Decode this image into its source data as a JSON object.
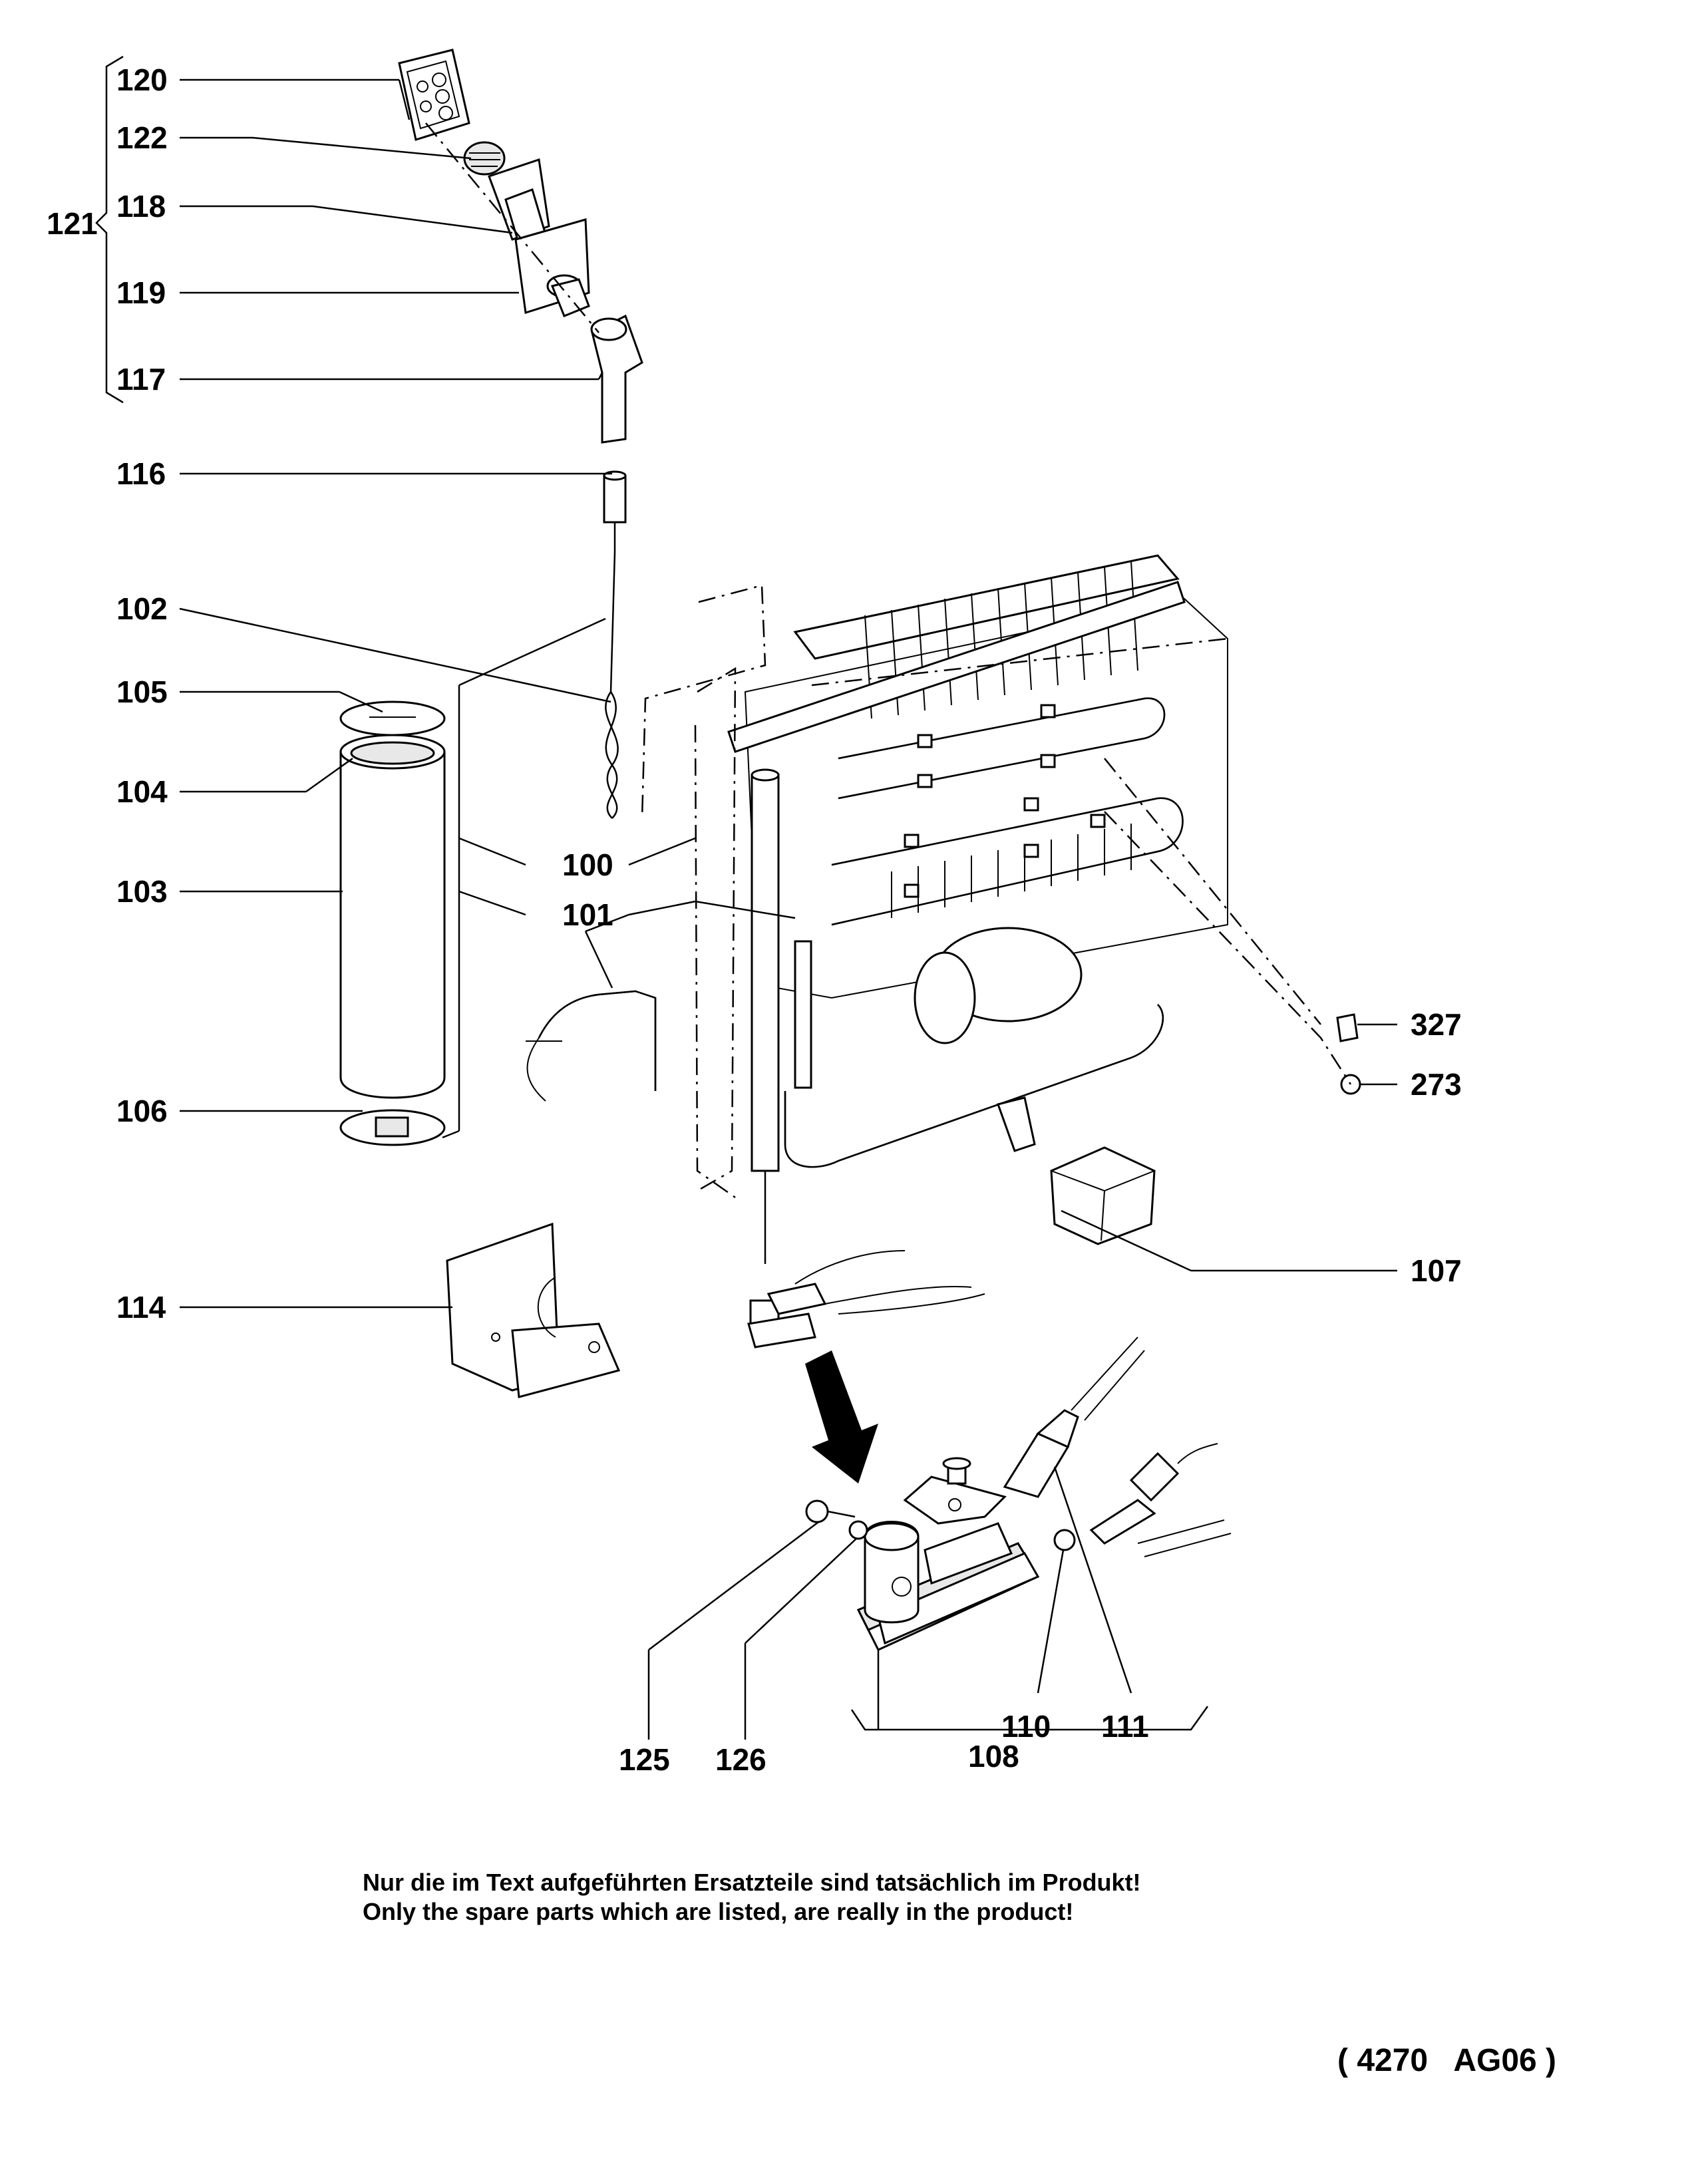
{
  "parts": {
    "p120": "120",
    "p122": "122",
    "p121": "121",
    "p118": "118",
    "p119": "119",
    "p117": "117",
    "p116": "116",
    "p102": "102",
    "p105": "105",
    "p104": "104",
    "p103": "103",
    "p100": "100",
    "p101": "101",
    "p106": "106",
    "p327": "327",
    "p273": "273",
    "p107": "107",
    "p114": "114",
    "p110": "110",
    "p111": "111",
    "p125": "125",
    "p126": "126",
    "p108": "108"
  },
  "notes": {
    "german": "Nur die im Text aufgeführten Ersatzteile sind tatsächlich im Produkt!",
    "english": "Only the spare parts which are listed, are really in the product!"
  },
  "drawing_code": "( 4270   AG06 )"
}
